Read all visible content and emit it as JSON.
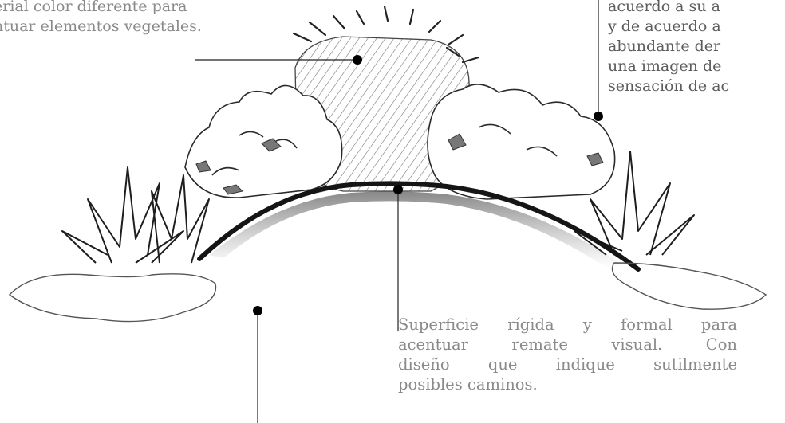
{
  "notes": {
    "top_left": {
      "lines": [
        "erial color diferente para",
        "ntuar elementos vegetales."
      ]
    },
    "top_right": {
      "lines": [
        "acuerdo a su a",
        "y de acuerdo a",
        "abundante  der",
        "una imagen de",
        "sensación de ac"
      ]
    },
    "bottom": {
      "lines": [
        "Superficie rígida y formal para",
        "acentuar remate visual.   Con",
        "diseño que indique sutilmente",
        "posibles caminos."
      ]
    }
  },
  "colors": {
    "ink": "#1a1a1a",
    "pencil": "#555555",
    "muted_text": "#8a8a8a"
  }
}
